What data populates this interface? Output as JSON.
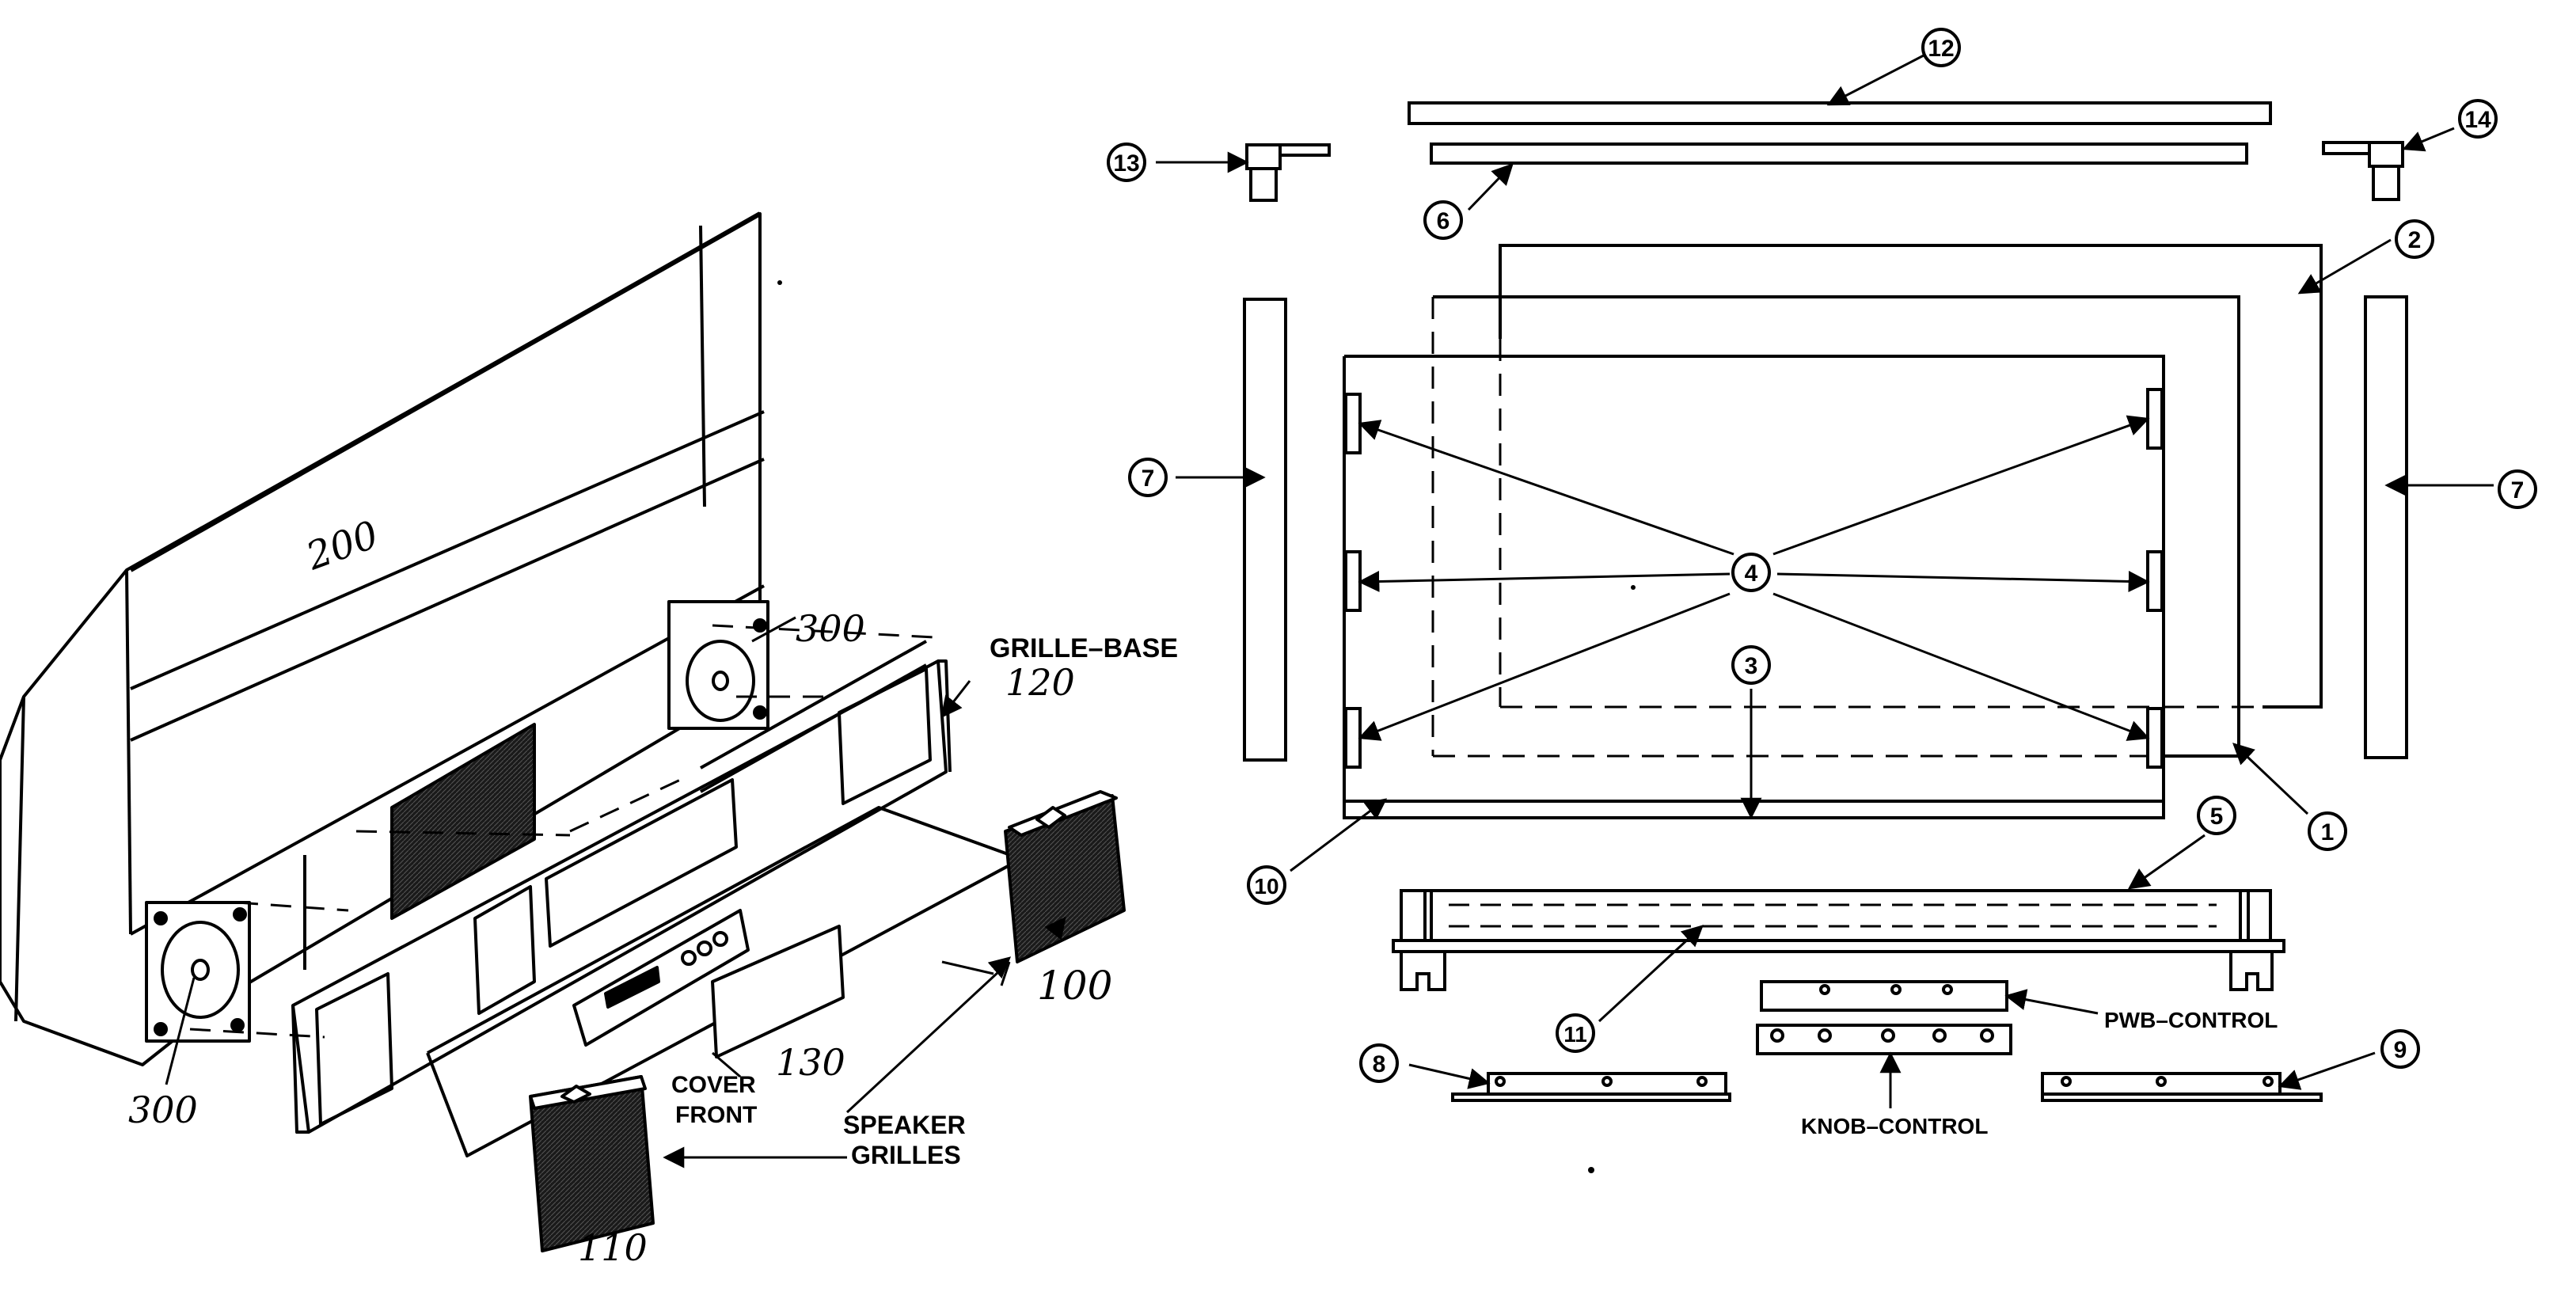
{
  "left_assembly": {
    "labels": {
      "cabinet": "200",
      "speaker_right": "300",
      "speaker_left": "300",
      "grille_base_text": "GRILLE–BASE",
      "grille_base_num": "120",
      "cover_front_line1": "COVER",
      "cover_front_line2": "FRONT",
      "cover_front_num": "130",
      "grille_right_num": "100",
      "grille_left_num": "110",
      "speaker_grilles_line1": "SPEAKER",
      "speaker_grilles_line2": "GRILLES"
    }
  },
  "right_assembly": {
    "callouts": [
      "1",
      "2",
      "3",
      "4",
      "5",
      "6",
      "7",
      "7",
      "8",
      "9",
      "10",
      "11",
      "12",
      "13",
      "14"
    ],
    "labels": {
      "pwb_control": "PWB–CONTROL",
      "knob_control": "KNOB–CONTROL"
    }
  },
  "colors": {
    "ink": "#000000",
    "paper": "#ffffff"
  }
}
